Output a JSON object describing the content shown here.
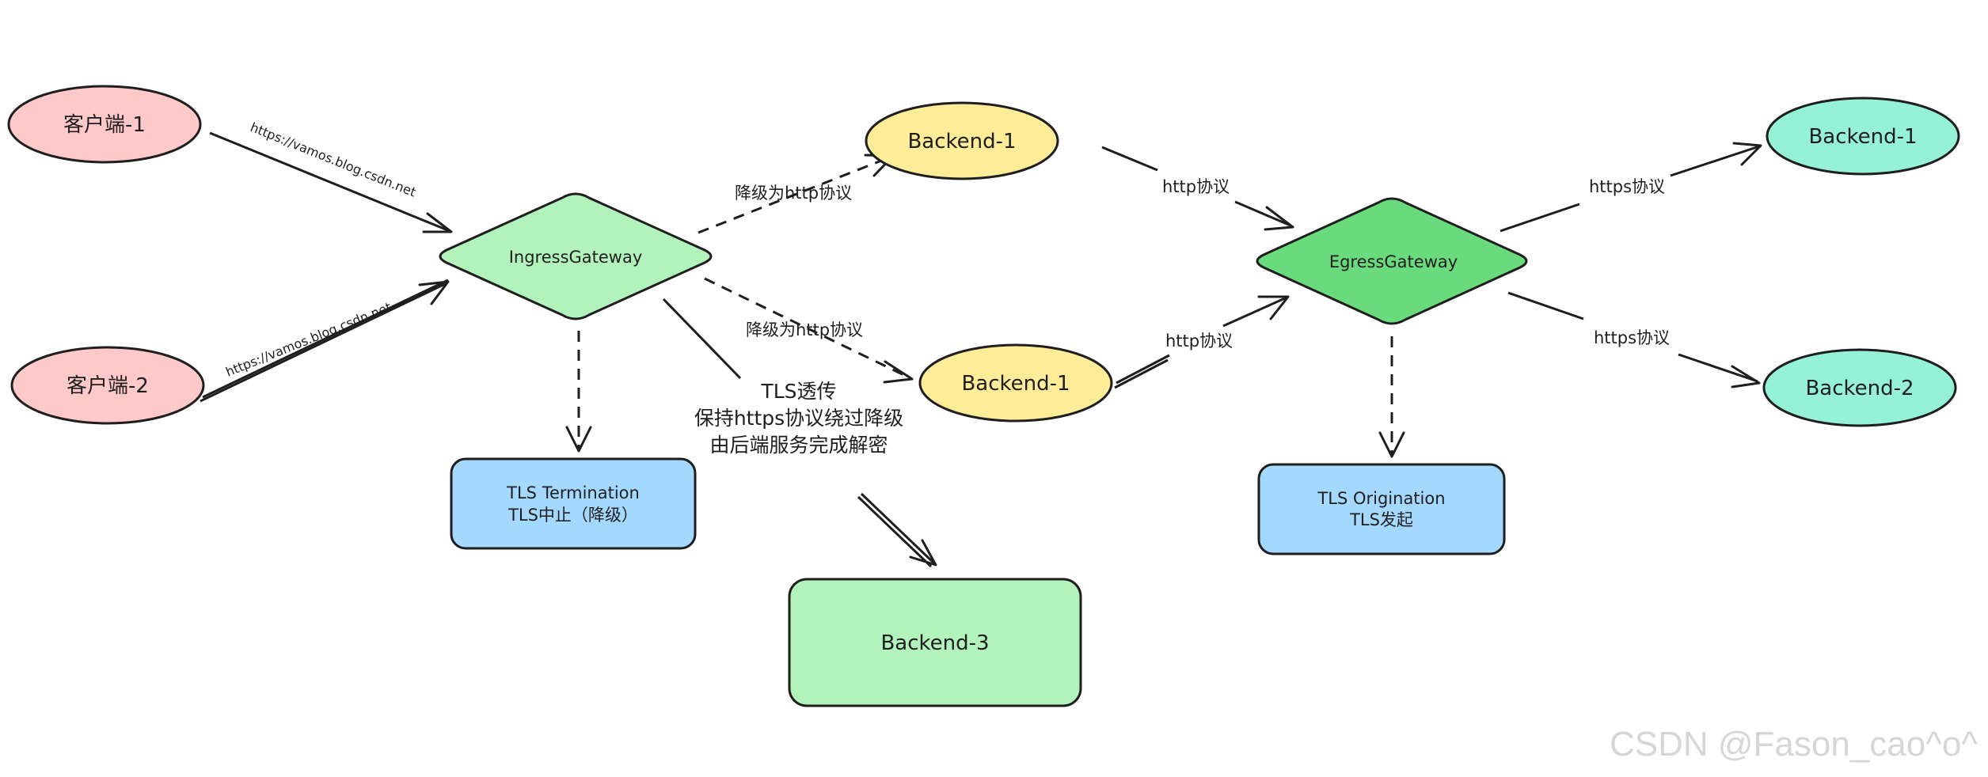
{
  "colors": {
    "client_fill": "#ffc9c9",
    "ingress_fill": "#b2f2bb",
    "egress_fill": "#69db7c",
    "backend_yellow": "#ffec99",
    "backend_teal": "#96f2d7",
    "tls_box_fill": "#a5d8ff",
    "backend3_fill": "#b2f2bb",
    "stroke": "#1e1e1e"
  },
  "nodes": {
    "client_1": "客户端-1",
    "client_2": "客户端-2",
    "ingress_gateway": "IngressGateway",
    "egress_gateway": "EgressGateway",
    "mid_backend_top": "Backend-1",
    "mid_backend_bottom": "Backend-1",
    "right_backend_top": "Backend-1",
    "right_backend_bottom": "Backend-2",
    "backend_3": "Backend-3",
    "tls_termination": {
      "line1": "TLS Termination",
      "line2": "TLS中止（降级）"
    },
    "tls_origination": {
      "line1": "TLS Origination",
      "line2": "TLS发起"
    }
  },
  "edges": {
    "client1_url": "https://vamos.blog.csdn.net",
    "client2_url": "https://vamos.blog.csdn.net",
    "downgrade_top": "降级为http协议",
    "downgrade_bottom": "降级为http协议",
    "http_top": "http协议",
    "http_bottom": "http协议",
    "https_top": "https协议",
    "https_bottom": "https协议"
  },
  "passthrough_note": {
    "line1": "TLS透传",
    "line2": "保持https协议绕过降级",
    "line3": "由后端服务完成解密"
  },
  "watermark": "CSDN @Fason_cao^o^"
}
